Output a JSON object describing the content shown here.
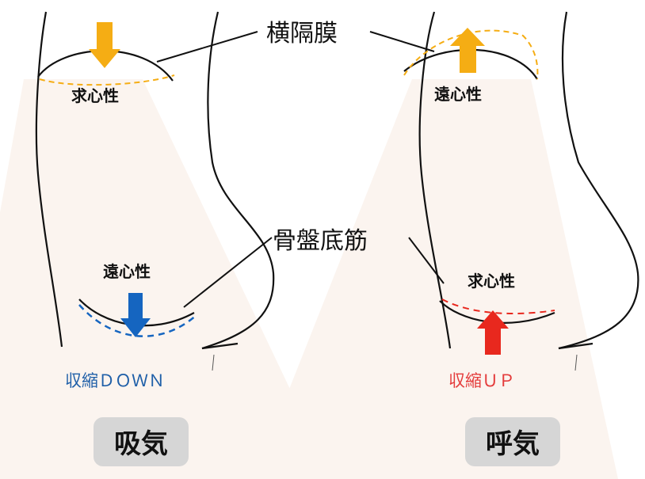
{
  "labels": {
    "diaphragm": "横隔膜",
    "pelvic_floor": "骨盤底筋",
    "inhale": {
      "diaphragm_motion": "求心性",
      "pelvic_motion": "遠心性",
      "contraction": "収縮ＤＯＷＮ",
      "phase": "吸気"
    },
    "exhale": {
      "diaphragm_motion": "遠心性",
      "pelvic_motion": "求心性",
      "contraction": "収縮ＵＰ",
      "phase": "呼気"
    }
  },
  "colors": {
    "diaphragm_arrow": "#f5ad14",
    "inhale_pelvic_arrow": "#1565c0",
    "exhale_pelvic_arrow": "#e8281e",
    "inhale_text": "#1f5fa8",
    "exhale_text": "#e43b3b",
    "phase_badge": "#d6d6d6",
    "body_shade": "#fbf4ef"
  }
}
